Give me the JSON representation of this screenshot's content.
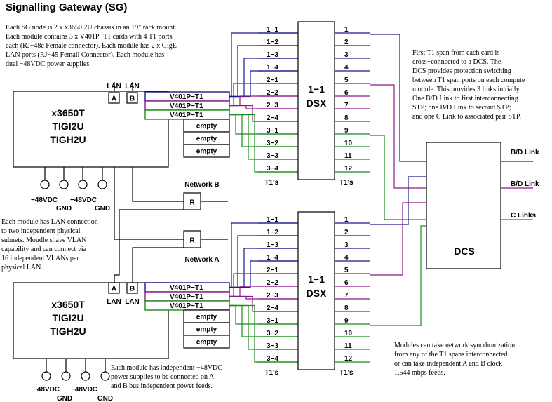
{
  "title": "Signalling Gateway (SG)",
  "notes": {
    "top_left": [
      "Each SG node is 2 x x3650 2U chassis in an 19\" rack mount.",
      "Each module contains 3 x V401P−T1 cards with 4 T1 ports",
      "each (RJ−48c Female connector).  Each module has 2 x GigE",
      "LAN ports (RJ−45 Femail Connector).  Each module has",
      "dual −48VDC power supplies."
    ],
    "top_right": [
      "First T1 span from each card is",
      "cross−connected to a DCS.  The",
      "DCS provides protection switching",
      "between T1 span ports on each compute",
      "module.  This provides 3 links initially.",
      "One B/D Link to first interconnecting",
      "STP; one B/D Link to second STP;",
      "and one C Link to associated pair STP."
    ],
    "middle_left": [
      "Each module has LAN connection",
      "to two independent physical",
      "subnets.  Moudle shave VLAN",
      "capability and can connect via",
      "16 independent VLANs per",
      "physical LAN."
    ],
    "bottom_middle": [
      "Each module has independent −48VDC",
      "power supplies to be connected on A",
      "and B bus independent power feeds."
    ],
    "bottom_right": [
      "Modules can take network syncrhonization",
      "from any of the T1 spans interconnected",
      "or can take independent A and B clock",
      "1.544 mbps feeds."
    ]
  },
  "module": {
    "lines": [
      "x3650T",
      "TIGI2U",
      "TIGH2U"
    ],
    "lan_label": "LAN",
    "port_a": "A",
    "port_b": "B",
    "cards": [
      "V401P−T1",
      "V401P−T1",
      "V401P−T1"
    ],
    "empty_label": "empty",
    "power_labels": [
      "−48VDC",
      "GND",
      "−48VDC",
      "GND"
    ]
  },
  "dsx": {
    "label_line1": "1−1",
    "label_line2": "DSX",
    "left_ports": [
      "1−1",
      "1−2",
      "1−3",
      "1−4",
      "2−1",
      "2−2",
      "2−3",
      "2−4",
      "3−1",
      "3−2",
      "3−3",
      "3−4"
    ],
    "right_ports": [
      "1",
      "2",
      "3",
      "4",
      "5",
      "6",
      "7",
      "8",
      "9",
      "10",
      "11",
      "12"
    ],
    "footer_label": "T1's"
  },
  "routers": [
    {
      "label": "R",
      "network": "Network B"
    },
    {
      "label": "R",
      "network": "Network A"
    }
  ],
  "dcs": {
    "label": "DCS",
    "links": [
      "B/D Link",
      "B/D Link",
      "C Links"
    ]
  },
  "colors": {
    "blue": "#1a1a8c",
    "purple": "#8c1a8c",
    "green": "#1a8c1a",
    "black": "#000000"
  }
}
